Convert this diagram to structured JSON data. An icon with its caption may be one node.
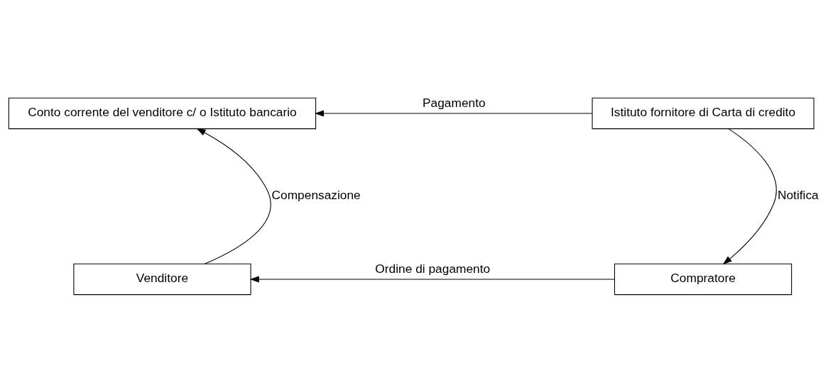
{
  "diagram": {
    "nodes": [
      {
        "text": [
          "Conto corrente del venditore c/ o Istituto bancario"
        ]
      },
      {
        "text": [
          "Istituto fornitore di Carta di credito"
        ]
      },
      {
        "text": [
          "Venditore"
        ]
      },
      {
        "text": [
          "Compratore"
        ]
      }
    ],
    "edges": [
      {
        "from": 1,
        "to": 0,
        "arrow": "to",
        "label": "Pagamento"
      },
      {
        "from": 1,
        "to": 3,
        "arrow": "to",
        "label": "Notifica"
      },
      {
        "from": 3,
        "to": 2,
        "arrow": "to",
        "label": "Ordine di pagamento"
      },
      {
        "from": 2,
        "to": 0,
        "arrow": "to",
        "label": "Compensazione"
      }
    ]
  }
}
